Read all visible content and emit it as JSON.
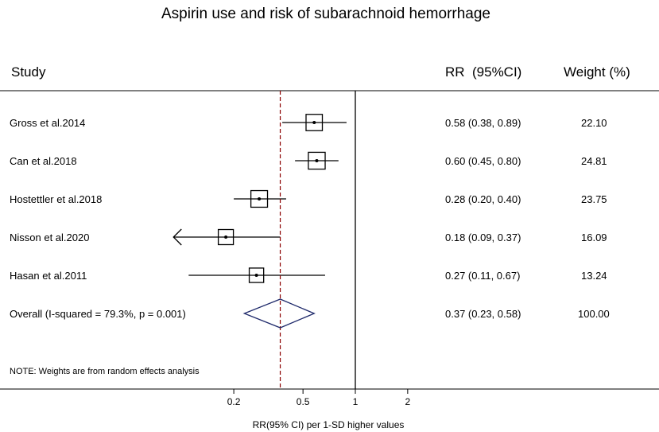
{
  "chart_data": {
    "type": "forest",
    "title": "Aspirin use and risk of subarachnoid hemorrhage",
    "headers": {
      "study": "Study",
      "rr": "RR  (95%CI)",
      "weight": "Weight (%)"
    },
    "studies": [
      {
        "label": "Gross et al.2014",
        "rr": 0.58,
        "lower": 0.38,
        "upper": 0.89,
        "rr_text": "0.58 (0.38, 0.89)",
        "weight": 22.1,
        "weight_text": "22.10"
      },
      {
        "label": "Can et al.2018",
        "rr": 0.6,
        "lower": 0.45,
        "upper": 0.8,
        "rr_text": "0.60 (0.45, 0.80)",
        "weight": 24.81,
        "weight_text": "24.81"
      },
      {
        "label": "Hostettler et al.2018",
        "rr": 0.28,
        "lower": 0.2,
        "upper": 0.4,
        "rr_text": "0.28 (0.20, 0.40)",
        "weight": 23.75,
        "weight_text": "23.75"
      },
      {
        "label": "Nisson et al.2020",
        "rr": 0.18,
        "lower": 0.09,
        "upper": 0.37,
        "rr_text": "0.18 (0.09, 0.37)",
        "weight": 16.09,
        "weight_text": "16.09",
        "lower_truncated": true
      },
      {
        "label": "Hasan et al.2011",
        "rr": 0.27,
        "lower": 0.11,
        "upper": 0.67,
        "rr_text": "0.27 (0.11, 0.67)",
        "weight": 13.24,
        "weight_text": "13.24"
      }
    ],
    "overall": {
      "label": "Overall  (I-squared = 79.3%, p = 0.001)",
      "rr": 0.37,
      "lower": 0.23,
      "upper": 0.58,
      "rr_text": "0.37 (0.23, 0.58)",
      "weight_text": "100.00"
    },
    "x_scale": "log",
    "x_ticks": [
      0.2,
      0.5,
      1,
      2
    ],
    "x_tick_labels": [
      "0.2",
      "0.5",
      "1",
      "2"
    ],
    "x_range": [
      0.09,
      2.8
    ],
    "null_line": 1,
    "note": "NOTE: Weights are from random effects analysis",
    "xlabel": "RR(95% CI) per 1-SD higher values",
    "colors": {
      "diamond": "#1f2a6b",
      "overall_line": "#8b0000",
      "axis": "#000000"
    }
  }
}
